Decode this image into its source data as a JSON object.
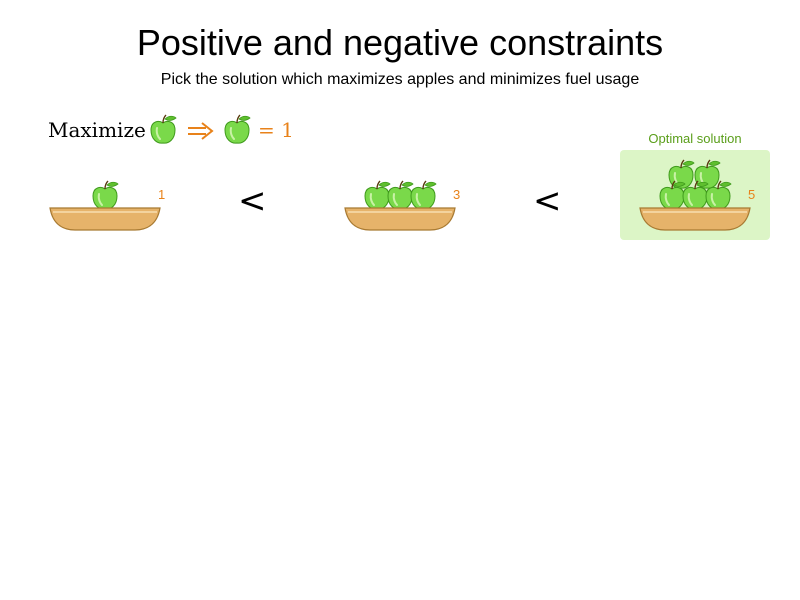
{
  "title": "Positive and negative constraints",
  "subtitle": "Pick the solution which maximizes apples and minimizes fuel usage",
  "rule": {
    "word": "Maximize",
    "result": "= 1",
    "icons": [
      "apple-icon",
      "arrow-icon",
      "apple-icon"
    ]
  },
  "solutions": [
    {
      "apples": 1,
      "count_label": "1"
    },
    {
      "apples": 3,
      "count_label": "3"
    },
    {
      "apples": 5,
      "count_label": "5"
    }
  ],
  "comparators": [
    "<",
    "<"
  ],
  "optimal": {
    "label": "Optimal solution"
  },
  "colors": {
    "apple": "#7ad94a",
    "apple_dark": "#3f9a1c",
    "basket": "#e6b36a",
    "basket_stroke": "#a87a32",
    "accent": "#e8821a",
    "optimal_bg": "#dcf5c6",
    "optimal_text": "#5a9e1a"
  }
}
